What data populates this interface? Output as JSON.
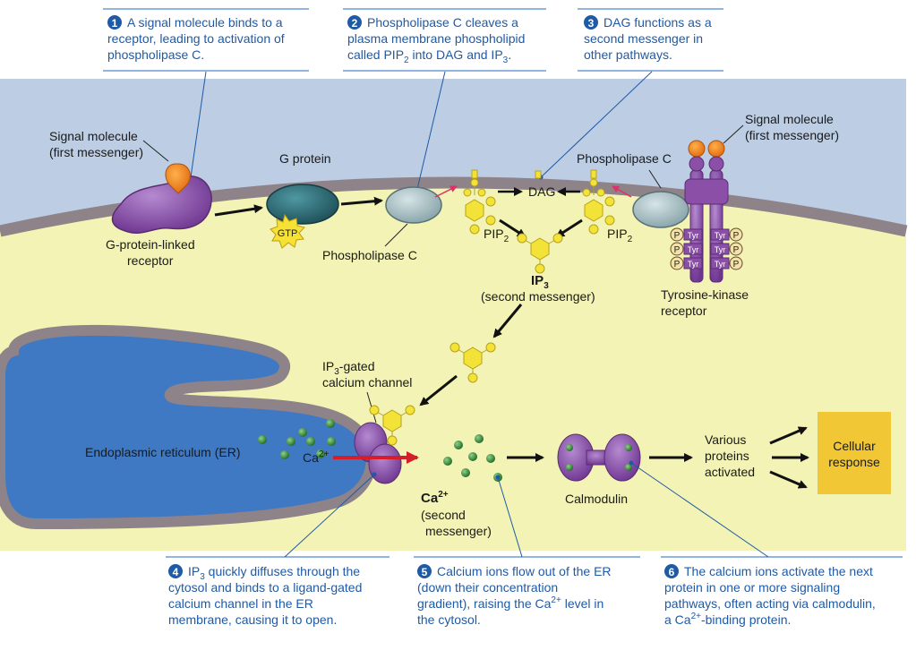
{
  "steps": {
    "s1": {
      "num": "1",
      "lines": [
        "A signal molecule binds to a",
        "receptor, leading to activation of",
        "phospholipase C."
      ]
    },
    "s2": {
      "num": "2",
      "line1": "Phospholipase C cleaves a",
      "line2": "plasma membrane phospholipid",
      "line3_a": "called PIP",
      "line3_sub": "2",
      "line3_b": " into DAG and IP",
      "line3_sub2": "3",
      "line3_c": "."
    },
    "s3": {
      "num": "3",
      "lines": [
        "DAG functions as a",
        "second messenger in",
        "other pathways."
      ]
    },
    "s4": {
      "num": "4",
      "line1_a": "IP",
      "line1_sub": "3",
      "line1_b": " quickly diffuses through the",
      "line2": "cytosol and binds to a ligand-gated",
      "line3": "calcium channel in the ER",
      "line4": "membrane, causing it to open."
    },
    "s5": {
      "num": "5",
      "line1": "Calcium ions flow out of the ER",
      "line2": "(down their concentration",
      "line3_a": "gradient), raising the Ca",
      "line3_sup": "2+",
      "line3_b": " level in",
      "line4": "the cytosol."
    },
    "s6": {
      "num": "6",
      "line1": "The calcium ions activate the next",
      "line2": "protein in one or more signaling",
      "line3": "pathways, often acting via calmodulin,",
      "line4_a": "a Ca",
      "line4_sup": "2+",
      "line4_b": "-binding protein."
    }
  },
  "labels": {
    "signal_left": [
      "Signal molecule",
      "(first messenger)"
    ],
    "g_protein": "G protein",
    "gtp": "GTP",
    "gpl_receptor": [
      "G-protein-linked",
      "receptor"
    ],
    "phospholipase_c_left": "Phospholipase C",
    "phospholipase_c_right": "Phospholipase C",
    "dag": "DAG",
    "pip": "PIP",
    "pip_sub": "2",
    "ip": "IP",
    "ip_sub": "3",
    "second_messenger": "(second messenger)",
    "signal_right": [
      "Signal molecule",
      "(first messenger)"
    ],
    "tk_receptor": [
      "Tyrosine-kinase",
      "receptor"
    ],
    "tyr": "Tyr",
    "p": "P",
    "ip3_gated_a": "IP",
    "ip3_gated_sub": "3",
    "ip3_gated_b": "-gated",
    "calcium_channel": "calcium channel",
    "er": "Endoplasmic reticulum (ER)",
    "ca": "Ca",
    "ca_sup": "2+",
    "second_msg_ca": [
      "(second",
      "messenger)"
    ],
    "calmodulin": "Calmodulin",
    "various": [
      "Various",
      "proteins",
      "activated"
    ],
    "cellular_response": [
      "Cellular",
      "response"
    ]
  },
  "colors": {
    "caption_blue": "#1f5aa6",
    "extracellular": "#bccde4",
    "cytosol": "#f2f3b4",
    "membrane": "#8d8389",
    "er_lumen": "#3f79c3",
    "purple": "#8b4fa8",
    "g_protein": "#2e6b76",
    "phospholipase": "#a9bfc4",
    "ip3_yellow": "#f3e339",
    "ca_green": "#3b8a3b",
    "response_box": "#f2c736",
    "red_arrow": "#d41f2b"
  }
}
